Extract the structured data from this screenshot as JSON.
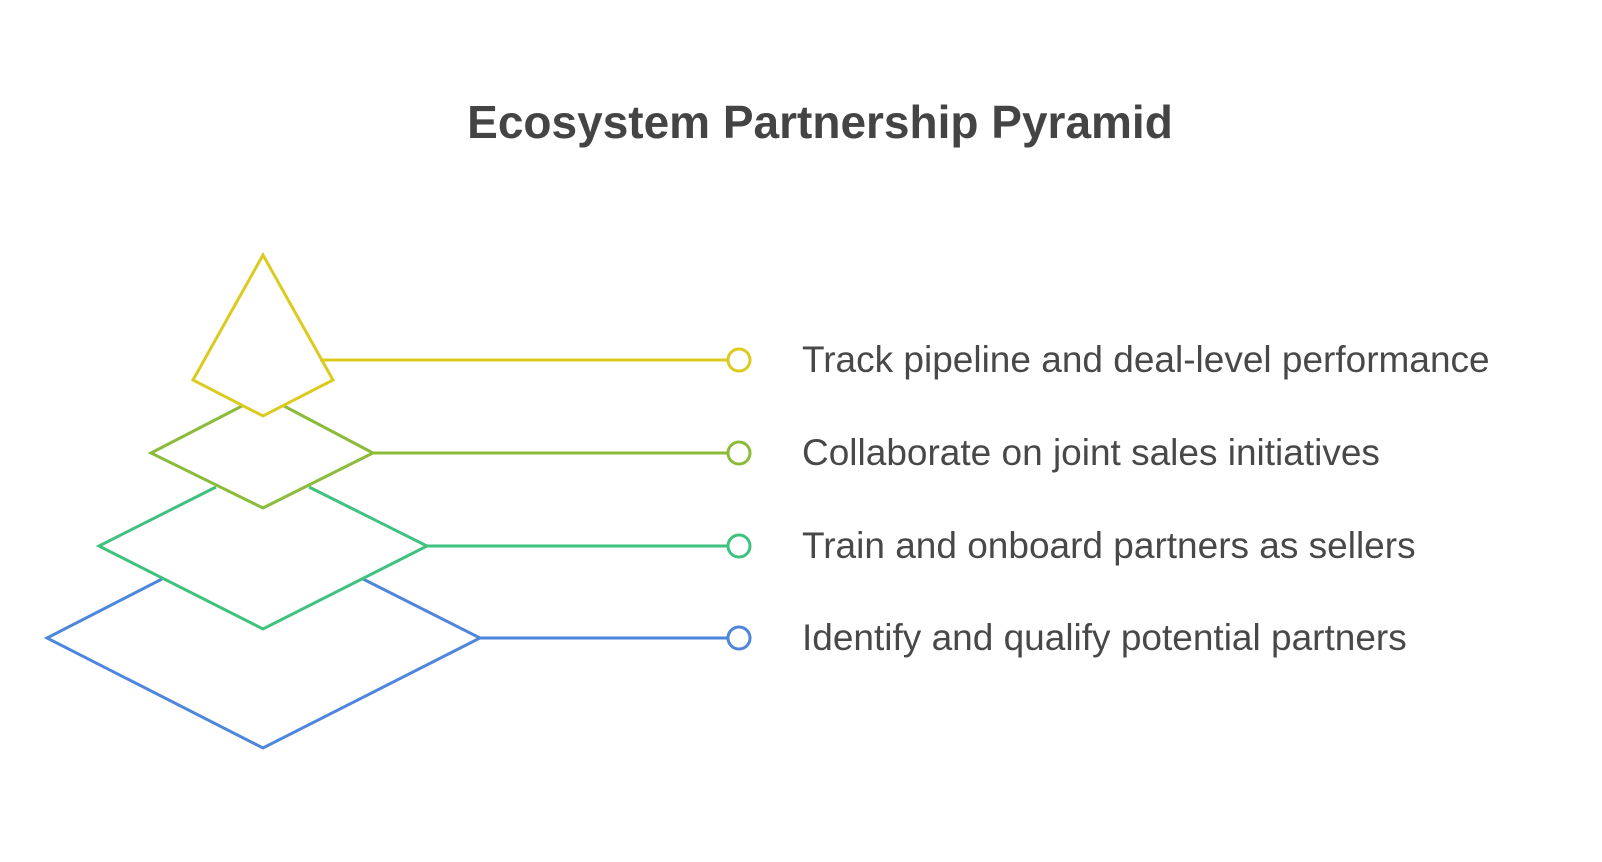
{
  "title": "Ecosystem Partnership Pyramid",
  "levels": [
    {
      "label": "Track pipeline and deal-level performance",
      "color": "#dccb1e"
    },
    {
      "label": "Collaborate on joint sales initiatives",
      "color": "#8cbb3a"
    },
    {
      "label": "Train and onboard partners as sellers",
      "color": "#3ec27e"
    },
    {
      "label": "Identify and qualify potential partners",
      "color": "#4e86dc"
    }
  ]
}
